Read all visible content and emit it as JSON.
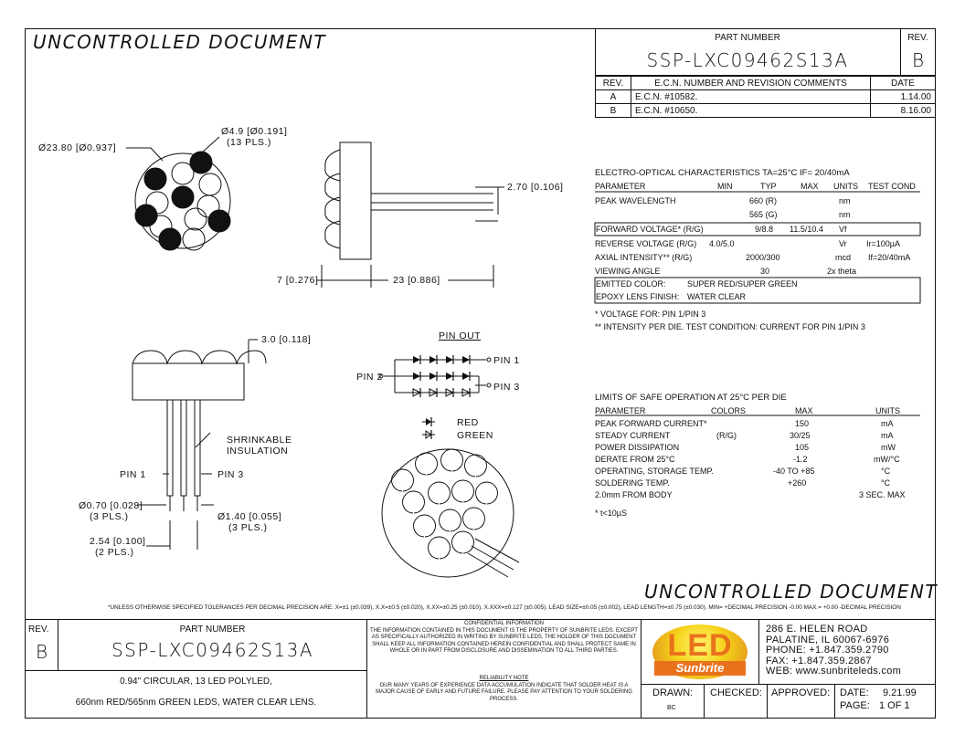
{
  "watermark": {
    "top": "UNCONTROLLED DOCUMENT",
    "bottom": "UNCONTROLLED DOCUMENT"
  },
  "header": {
    "part_number_label": "PART NUMBER",
    "part_number": "SSP-LXC09462S13A",
    "rev_label": "REV.",
    "rev": "B"
  },
  "revisions": {
    "headers": [
      "REV.",
      "E.C.N. NUMBER AND REVISION COMMENTS",
      "DATE"
    ],
    "rows": [
      {
        "rev": "A",
        "comment": "E.C.N. #10582.",
        "date": "1.14.00"
      },
      {
        "rev": "B",
        "comment": "E.C.N. #10650.",
        "date": "8.16.00"
      }
    ]
  },
  "dimensions": {
    "outer_dia": "Ø23.80 [Ø0.937]",
    "led_dia": "Ø4.9 [Ø0.191]",
    "led_qty": "(13 PLS.)",
    "lead_dia_note": "2.70 [0.106]",
    "body_len": "7 [0.276]",
    "lead_len": "23 [0.886]",
    "lens_height": "3.0 [0.118]",
    "shrink": "SHRINKABLE",
    "insulation": "INSULATION",
    "pin1": "PIN 1",
    "pin3": "PIN 3",
    "pin_dia": "Ø0.70 [0.028]",
    "pin_dia_qty": "(3 PLS.)",
    "pin_sleeve": "Ø1.40 [0.055]",
    "pin_sleeve_qty": "(3 PLS.)",
    "pitch": "2.54 [0.100]",
    "pitch_qty": "(2 PLS.)"
  },
  "pinout": {
    "title": "PIN OUT",
    "pin1": "PIN 1",
    "pin2": "PIN 2",
    "pin3": "PIN 3",
    "red": "RED",
    "green": "GREEN"
  },
  "electro": {
    "title": "ELECTRO-OPTICAL CHARACTERISTICS TA=25°C    IF= 20/40mA",
    "headers": [
      "PARAMETER",
      "MIN",
      "TYP",
      "MAX",
      "UNITS",
      "TEST COND"
    ],
    "rows": [
      [
        "PEAK WAVELENGTH",
        "",
        "660 (R)",
        "",
        "nm",
        ""
      ],
      [
        "",
        "",
        "565 (G)",
        "",
        "nm",
        ""
      ],
      [
        "FORWARD VOLTAGE* (R/G)",
        "",
        "9/8.8",
        "11.5/10.4",
        "Vf",
        ""
      ],
      [
        "REVERSE VOLTAGE (R/G)",
        "4.0/5.0",
        "",
        "",
        "Vr",
        "Ir=100µA"
      ],
      [
        "AXIAL INTENSITY** (R/G)",
        "",
        "2000/300",
        "",
        "mcd",
        "If=20/40mA"
      ],
      [
        "VIEWING ANGLE",
        "",
        "30",
        "",
        "2x theta",
        ""
      ]
    ],
    "emitted_label": "EMITTED COLOR:",
    "emitted_value": "SUPER RED/SUPER GREEN",
    "epoxy_label": "EPOXY LENS FINISH:",
    "epoxy_value": "WATER CLEAR",
    "note1": "* VOLTAGE FOR: PIN 1/PIN 3",
    "note2": "** INTENSITY PER DIE.  TEST CONDITION: CURRENT FOR PIN 1/PIN 3"
  },
  "limits": {
    "title": "LIMITS OF SAFE OPERATION AT 25°C  PER DIE",
    "headers": [
      "PARAMETER",
      "COLORS",
      "MAX",
      "UNITS"
    ],
    "rows": [
      [
        "PEAK FORWARD CURRENT*",
        "",
        "150",
        "mA"
      ],
      [
        "STEADY CURRENT",
        "(R/G)",
        "30/25",
        "mA"
      ],
      [
        "POWER DISSIPATION",
        "",
        "105",
        "mW"
      ],
      [
        "DERATE FROM 25°C",
        "",
        "-1.2",
        "mW/°C"
      ],
      [
        "OPERATING, STORAGE TEMP.",
        "",
        "-40 TO +85",
        "°C"
      ],
      [
        "SOLDERING TEMP.",
        "",
        "+260",
        "°C"
      ],
      [
        "2.0mm FROM BODY",
        "",
        "",
        "3 SEC. MAX"
      ]
    ],
    "note": "* t<10µS"
  },
  "tolerance": "*UNLESS OTHERWISE SPECIFIED TOLERANCES PER DECIMAL PRECISION ARE: X=±1 (±0.039), X.X=±0.5 (±0.020), X.XX=±0.25 (±0.010), X.XXX=±0.127 (±0.005).  LEAD SIZE=±0.05 (±0.002), LEAD LENGTH=±0.75 (±0.030). MIN= +DECIMAL PRECISION -0.00   MAX.= +0.00 -DECIMAL PRECISION",
  "title_block": {
    "rev_label": "REV.",
    "rev": "B",
    "part_label": "PART NUMBER",
    "part": "SSP-LXC09462S13A",
    "desc1": "0.94\" CIRCULAR, 13 LED POLYLED,",
    "desc2": "660nm RED/565nm GREEN LEDS, WATER CLEAR LENS.",
    "conf_title": "CONFIDENTIAL INFORMATION",
    "conf_text": "THE INFORMATION CONTAINED IN THIS DOCUMENT IS THE PROPERTY OF SUNBRITE LEDS. EXCEPT AS SPECIFICALLY AUTHORIZED IN WRITING BY SUNBRITE LEDS, THE HOLDER OF THIS DOCUMENT SHALL KEEP ALL INFORMATION CONTAINED HEREIN CONFIDENTIAL AND SHALL PROTECT SAME IN WHOLE OR IN PART FROM DISCLOSURE AND DISSEMINATION TO ALL THIRD PARTIES.",
    "rel_title": "RELIABILITY NOTE",
    "rel_text": "OUR MANY YEARS OF EXPERIENCE DATA ACCUMULATION INDICATE THAT SOLDER HEAT IS A MAJOR CAUSE OF EARLY AND FUTURE FAILURE.  PLEASE PAY ATTENTION TO YOUR SOLDERING PROCESS.",
    "logo_text": "Sunbrite",
    "logo_big": "LED",
    "addr1": "286 E. HELEN ROAD",
    "addr2": "PALATINE, IL  60067-6976",
    "addr3": "PHONE: +1.847.359.2790",
    "addr4": "FAX: +1.847.359.2867",
    "addr5": "WEB: www.sunbriteleds.com",
    "drawn_label": "DRAWN:",
    "drawn_value": "BC",
    "checked_label": "CHECKED:",
    "approved_label": "APPROVED:",
    "date_label": "DATE:",
    "date_value": "9.21.99",
    "page_label": "PAGE:",
    "page_value": "1 OF 1"
  },
  "colors": {
    "logo_yellow": "#f5d21a",
    "logo_orange": "#e8721c",
    "line": "#111111"
  }
}
